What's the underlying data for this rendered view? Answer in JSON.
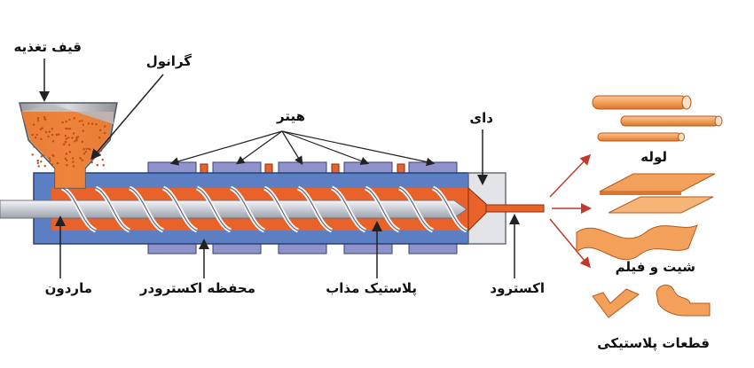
{
  "labels": {
    "hopper": "قیف تغذیه",
    "granules": "گرانول",
    "heater": "هیتر",
    "die": "دای",
    "screw": "ماردون",
    "barrel": "محفظه اکسترودر",
    "melt": "پلاستیک مذاب",
    "extrudate": "اکسترود",
    "pipe": "لوله",
    "sheet_film": "شیت و فیلم",
    "pieces": "قطعات پلاستیکی"
  },
  "colors": {
    "barrel": "#5b7fc2",
    "barrel_outline": "#2c3f78",
    "melt": "#e8622a",
    "granules": "#f07a2a",
    "screw": "#c8ccd6",
    "heater": "#8f93cc",
    "heater_small": "#e8622a",
    "die": "#e2e4e8",
    "product": "#f2a05a",
    "arrow_red": "#c0392b"
  }
}
